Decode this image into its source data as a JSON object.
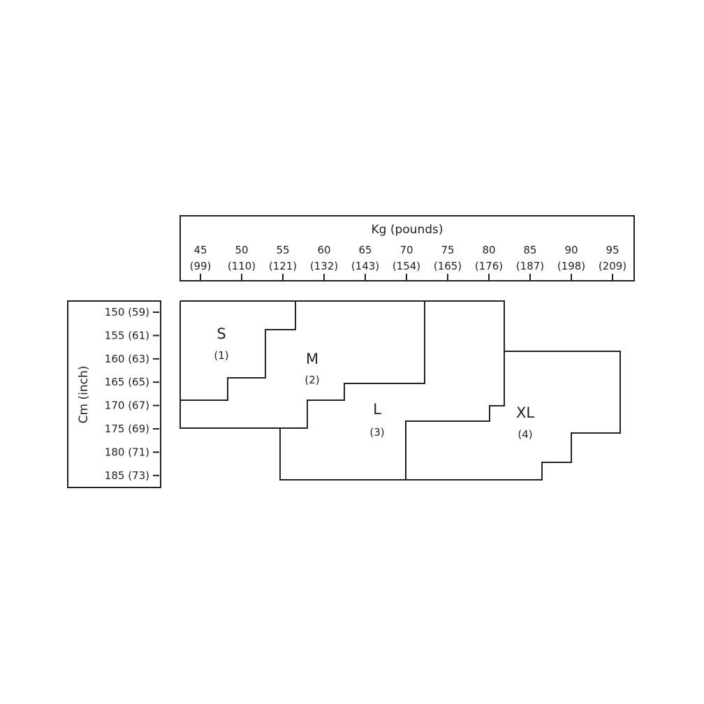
{
  "x_axis": {
    "title": "Kg (pounds)",
    "ticks": [
      {
        "kg": "45",
        "lb": "(99)"
      },
      {
        "kg": "50",
        "lb": "(110)"
      },
      {
        "kg": "55",
        "lb": "(121)"
      },
      {
        "kg": "60",
        "lb": "(132)"
      },
      {
        "kg": "65",
        "lb": "(143)"
      },
      {
        "kg": "70",
        "lb": "(154)"
      },
      {
        "kg": "75",
        "lb": "(165)"
      },
      {
        "kg": "80",
        "lb": "(176)"
      },
      {
        "kg": "85",
        "lb": "(187)"
      },
      {
        "kg": "90",
        "lb": "(198)"
      },
      {
        "kg": "95",
        "lb": "(209)"
      }
    ]
  },
  "y_axis": {
    "title": "Cm (inch)",
    "ticks": [
      "150 (59)",
      "155 (61)",
      "160 (63)",
      "165 (65)",
      "170 (67)",
      "175 (69)",
      "180 (71)",
      "185 (73)"
    ]
  },
  "sizes": [
    {
      "label": "S",
      "code": "(1)"
    },
    {
      "label": "M",
      "code": "(2)"
    },
    {
      "label": "L",
      "code": "(3)"
    },
    {
      "label": "XL",
      "code": "(4)"
    }
  ]
}
